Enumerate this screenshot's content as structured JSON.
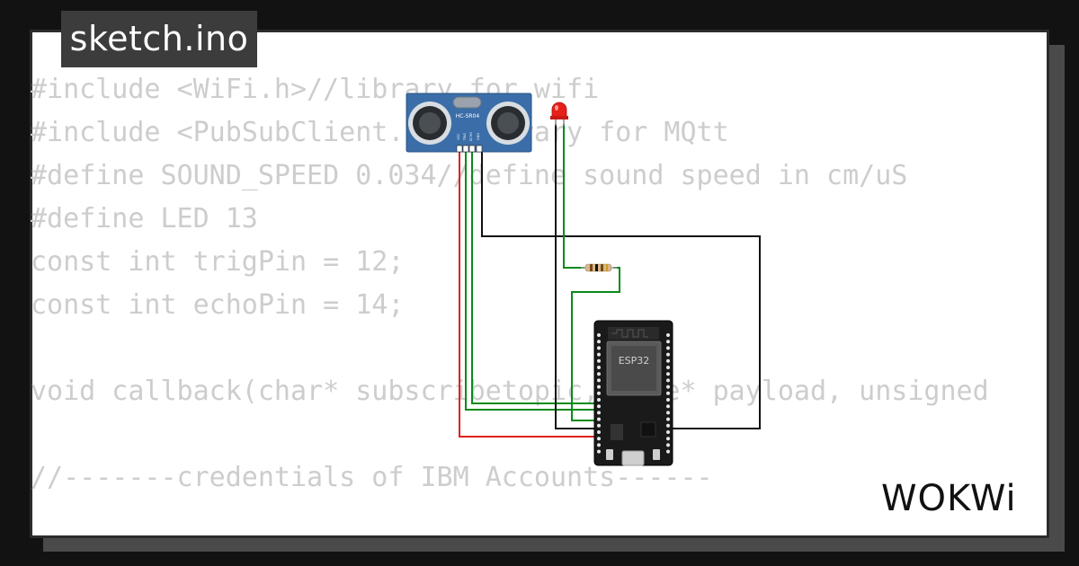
{
  "file_tab": {
    "label": "sketch.ino"
  },
  "code_lines": [
    "#include <WiFi.h>//library for wifi",
    "#include <PubSubClient.h>//library for MQtt",
    "#define SOUND_SPEED 0.034//define sound speed in cm/uS",
    "#define LED 13",
    "const int trigPin = 12;",
    "const int echoPin = 14;",
    "",
    "void callback(char* subscribetopic, byte* payload, unsigned int payloadLength);",
    "",
    "//-------credentials of IBM Accounts------"
  ],
  "sensor": {
    "label": "HC-SR04",
    "pins": [
      "VCC",
      "TRIG",
      "ECHO",
      "GND"
    ]
  },
  "board": {
    "label": "ESP32"
  },
  "brand": {
    "logo": "WOKWi"
  },
  "colors": {
    "background": "#121212",
    "card": "#ffffff",
    "code_text": "#cdcdcd",
    "sensor_blue": "#3b6ea8",
    "wire_red": "#e02020",
    "wire_green": "#0a8a1a",
    "wire_black": "#111111",
    "led_red": "#e8201a"
  }
}
